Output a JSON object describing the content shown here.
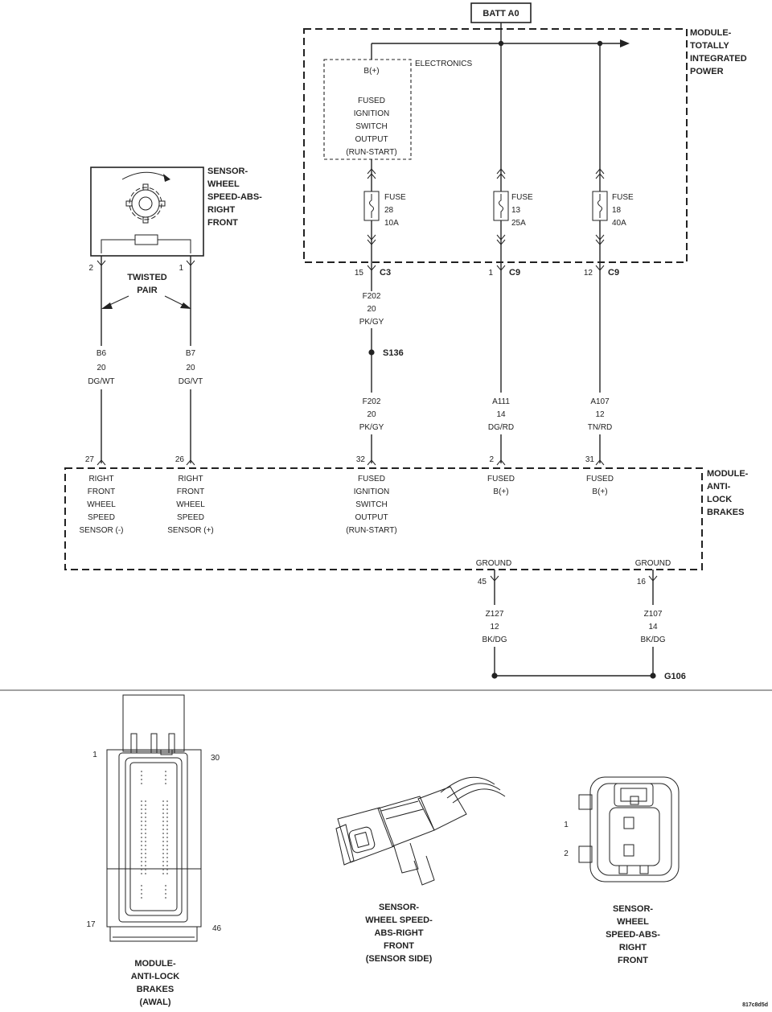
{
  "batt": "BATT A0",
  "tipm": {
    "title": [
      "MODULE-",
      "TOTALLY",
      "INTEGRATED",
      "POWER"
    ],
    "electronics": "ELECTRONICS",
    "bplus": "B(+)",
    "inner": [
      "FUSED",
      "IGNITION",
      "SWITCH",
      "OUTPUT",
      "(RUN-START)"
    ]
  },
  "fuses": [
    {
      "lines": [
        "FUSE",
        "28",
        "10A"
      ]
    },
    {
      "lines": [
        "FUSE",
        "13",
        "25A"
      ]
    },
    {
      "lines": [
        "FUSE",
        "18",
        "40A"
      ]
    }
  ],
  "connectors_top": [
    {
      "pin": "15",
      "name": "C3"
    },
    {
      "pin": "1",
      "name": "C9"
    },
    {
      "pin": "12",
      "name": "C9"
    }
  ],
  "sensor": {
    "title": [
      "SENSOR-",
      "WHEEL",
      "SPEED-ABS-",
      "RIGHT",
      "FRONT"
    ],
    "pin_left": "2",
    "pin_right": "1"
  },
  "twisted_pair": [
    "TWISTED",
    "PAIR"
  ],
  "wires": {
    "b6": [
      "B6",
      "20",
      "DG/WT"
    ],
    "b7": [
      "B7",
      "20",
      "DG/VT"
    ],
    "f202_upper": [
      "F202",
      "20",
      "PK/GY"
    ],
    "f202_lower": [
      "F202",
      "20",
      "PK/GY"
    ],
    "a111": [
      "A111",
      "14",
      "DG/RD"
    ],
    "a107": [
      "A107",
      "12",
      "TN/RD"
    ],
    "z127": [
      "Z127",
      "12",
      "BK/DG"
    ],
    "z107": [
      "Z107",
      "14",
      "BK/DG"
    ]
  },
  "splice": "S136",
  "abs": {
    "title": [
      "MODULE-",
      "ANTI-",
      "LOCK",
      "BRAKES"
    ],
    "pins": [
      {
        "pin": "27",
        "lines": [
          "RIGHT",
          "FRONT",
          "WHEEL",
          "SPEED",
          "SENSOR (-)"
        ]
      },
      {
        "pin": "26",
        "lines": [
          "RIGHT",
          "FRONT",
          "WHEEL",
          "SPEED",
          "SENSOR (+)"
        ]
      },
      {
        "pin": "32",
        "lines": [
          "FUSED",
          "IGNITION",
          "SWITCH",
          "OUTPUT",
          "(RUN-START)"
        ]
      },
      {
        "pin": "2",
        "lines": [
          "FUSED",
          "B(+)"
        ]
      },
      {
        "pin": "31",
        "lines": [
          "FUSED",
          "B(+)"
        ]
      }
    ],
    "grounds": [
      {
        "pin": "45",
        "label": "GROUND"
      },
      {
        "pin": "16",
        "label": "GROUND"
      }
    ]
  },
  "ground_point": "G106",
  "views": {
    "abs_connector": {
      "caption": [
        "MODULE-",
        "ANTI-LOCK",
        "BRAKES",
        "(AWAL)"
      ],
      "pins": {
        "tl": "1",
        "tr": "30",
        "bl": "17",
        "br": "46"
      }
    },
    "sensor_side": {
      "caption": [
        "SENSOR-",
        "WHEEL SPEED-",
        "ABS-RIGHT",
        "FRONT",
        "(SENSOR SIDE)"
      ]
    },
    "sensor_face": {
      "caption": [
        "SENSOR-",
        "WHEEL",
        "SPEED-ABS-",
        "RIGHT",
        "FRONT"
      ],
      "pins": [
        "1",
        "2"
      ]
    }
  },
  "figure_id": "817c8d5d"
}
